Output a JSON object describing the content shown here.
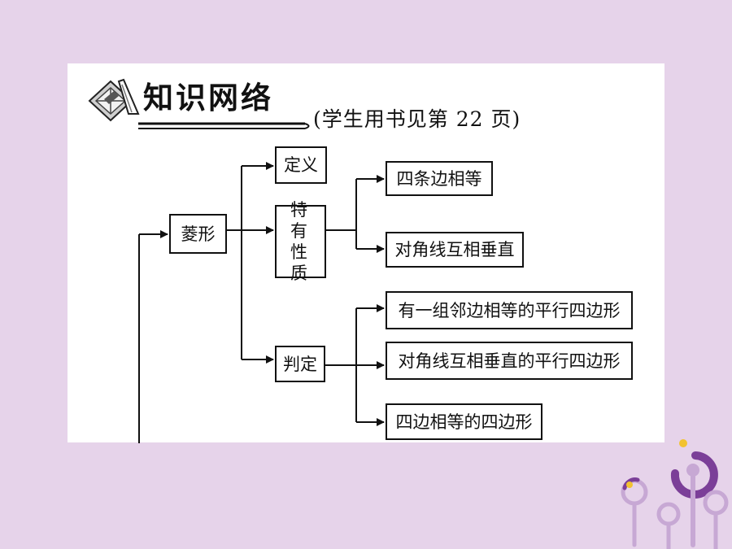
{
  "header": {
    "title": "知识网络",
    "reference": "(学生用书见第 22 页)",
    "icon": "tiled-square-icon"
  },
  "diagram": {
    "root": "菱形",
    "definition": "定义",
    "properties": "特有性质",
    "property_items": [
      "四条边相等",
      "对角线互相垂直"
    ],
    "criteria": "判定",
    "criteria_items": [
      "有一组邻边相等的平行四边形",
      "对角线互相垂直的平行四边形",
      "四边相等的四边形"
    ]
  }
}
